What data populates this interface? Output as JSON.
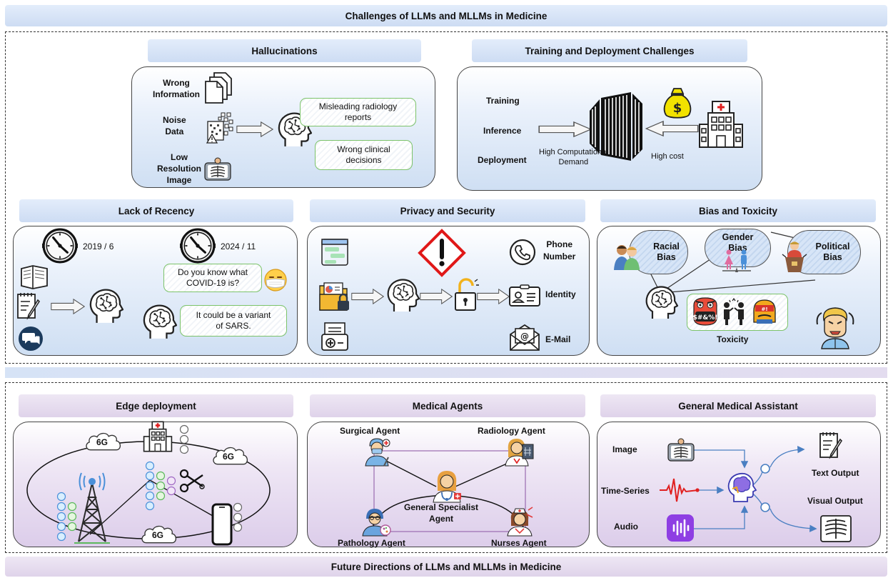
{
  "top_title": "Challenges of LLMs and MLLMs in Medicine",
  "bottom_title": "Future Directions of LLMs and MLLMs in Medicine",
  "hallucinations": {
    "title": "Hallucinations",
    "wrong_info": [
      "Wrong",
      "Information"
    ],
    "noise": [
      "Noise",
      "Data"
    ],
    "lowres": [
      "Low",
      "Resolution",
      "Image"
    ],
    "bubble1": [
      "Misleading radiology",
      "reports"
    ],
    "bubble2": [
      "Wrong clinical",
      "decisions"
    ]
  },
  "training": {
    "title": "Training and Deployment Challenges",
    "training": "Training",
    "inference": "Inference",
    "deployment": "Deployment",
    "demand": [
      "High Computational",
      "Demand"
    ],
    "cost": "High cost"
  },
  "recency": {
    "title": "Lack of Recency",
    "date1": "2019 / 6",
    "date2": "2024 / 11",
    "q": [
      "Do you know what",
      "COVID-19 is?"
    ],
    "a": [
      "It could be a variant",
      "of SARS."
    ]
  },
  "privacy": {
    "title": "Privacy and Security",
    "phone": [
      "Phone",
      "Number"
    ],
    "identity": "Identity",
    "email": "E-Mail"
  },
  "bias": {
    "title": "Bias and Toxicity",
    "racial": [
      "Racial",
      "Bias"
    ],
    "gender": [
      "Gender",
      "Bias"
    ],
    "political": [
      "Political",
      "Bias"
    ],
    "toxicity": "Toxicity",
    "tox_symbols": "$#&%!"
  },
  "edge": {
    "title": "Edge deployment",
    "g6": "6G"
  },
  "agents": {
    "title": "Medical Agents",
    "surgical": "Surgical Agent",
    "radiology": "Radiology Agent",
    "general": [
      "General Specialist",
      "Agent"
    ],
    "pathology": "Pathology Agent",
    "nurses": "Nurses Agent"
  },
  "assistant": {
    "title": "General Medical Assistant",
    "image": "Image",
    "timeseries": "Time-Series",
    "audio": "Audio",
    "text_out": "Text Output",
    "visual_out": "Visual Output"
  }
}
